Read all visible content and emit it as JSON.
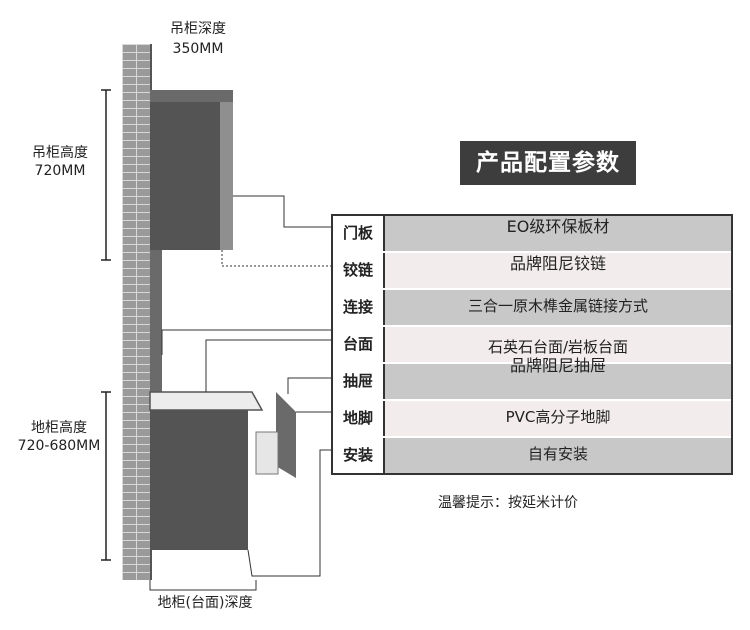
{
  "diagram": {
    "wall_cabinet_depth_title": "吊柜深度",
    "wall_cabinet_depth_value": "350MM",
    "wall_cabinet_height_title": "吊柜高度",
    "wall_cabinet_height_value": "720MM",
    "base_cabinet_height_title": "地柜高度",
    "base_cabinet_height_value": "720-680MM",
    "base_cabinet_depth_label": "地柜(台面)深度"
  },
  "panel": {
    "title": "产品配置参数",
    "rows": [
      {
        "key": "门板",
        "value": "EO级环保板材"
      },
      {
        "key": "铰链",
        "value": "品牌阻尼铰链"
      },
      {
        "key": "连接",
        "value": "三合一原木榫金属链接方式"
      },
      {
        "key": "台面",
        "value": "石英石台面/岩板台面"
      },
      {
        "key": "抽屉",
        "value": "品牌阻尼抽屉"
      },
      {
        "key": "地脚",
        "value": "PVC高分子地脚"
      },
      {
        "key": "安装",
        "value": "自有安装"
      }
    ],
    "note": "温馨提示：按延米计价"
  },
  "colors": {
    "cabinet_dark": "#545454",
    "cabinet_mid": "#8a8a8a",
    "row_dark": "#c8c8c8",
    "row_light": "#f2ecec",
    "title_bg": "#3d3d3d"
  }
}
